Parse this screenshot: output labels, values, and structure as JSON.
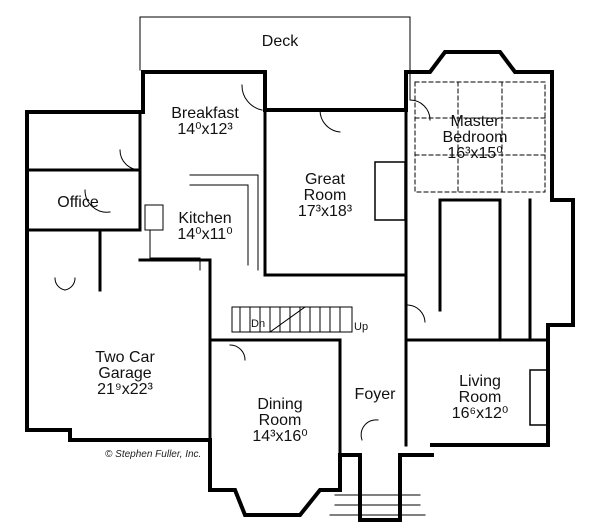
{
  "plan": {
    "type": "floor-plan",
    "credit": "© Stephen Fuller, Inc.",
    "rooms": [
      {
        "id": "deck",
        "name": "Deck",
        "dims": ""
      },
      {
        "id": "breakfast",
        "name": "Breakfast",
        "dims": "14⁰x12³"
      },
      {
        "id": "master-bedroom",
        "name": "Master Bedroom",
        "name_lines": [
          "Master",
          "Bedroom"
        ],
        "dims": "16³x15⁰"
      },
      {
        "id": "office",
        "name": "Office",
        "dims": ""
      },
      {
        "id": "kitchen",
        "name": "Kitchen",
        "dims": "14⁰x11⁰"
      },
      {
        "id": "great-room",
        "name": "Great Room",
        "name_lines": [
          "Great",
          "Room"
        ],
        "dims": "17³x18³"
      },
      {
        "id": "two-car-garage",
        "name": "Two Car Garage",
        "name_lines": [
          "Two Car",
          "Garage"
        ],
        "dims": "21⁹x22³"
      },
      {
        "id": "dining-room",
        "name": "Dining Room",
        "name_lines": [
          "Dining",
          "Room"
        ],
        "dims": "14³x16⁰"
      },
      {
        "id": "foyer",
        "name": "Foyer",
        "dims": ""
      },
      {
        "id": "living-room",
        "name": "Living Room",
        "name_lines": [
          "Living",
          "Room"
        ],
        "dims": "16⁶x12⁰"
      }
    ],
    "stairs": {
      "down_label": "Dn",
      "up_label": "Up"
    }
  }
}
